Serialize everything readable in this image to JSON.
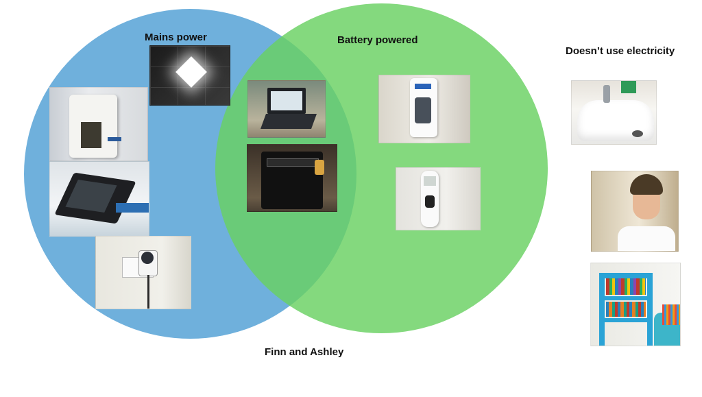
{
  "diagram": {
    "type": "venn",
    "sets": [
      {
        "id": "mains",
        "label": "Mains power",
        "color": "#6fb0dc"
      },
      {
        "id": "battery",
        "label": "Battery powered",
        "color": "#69d162"
      }
    ],
    "outside_label": "Doesn’t use electricity",
    "caption": "Finn and Ashley",
    "overlap_color": "#3fae59"
  },
  "photos": {
    "ceiling_light": {
      "icon": "ceiling-light",
      "region": "mains"
    },
    "hand_dryer": {
      "icon": "hand-dryer",
      "region": "mains"
    },
    "tablet": {
      "icon": "tablet",
      "region": "mains"
    },
    "timer_socket": {
      "icon": "wall-socket-timer",
      "region": "mains"
    },
    "laptop": {
      "icon": "laptop",
      "region": "both"
    },
    "speaker": {
      "icon": "speaker",
      "region": "both"
    },
    "sanitiser": {
      "icon": "hand-sanitiser-dispenser",
      "region": "battery"
    },
    "phone": {
      "icon": "cordless-phone",
      "region": "battery"
    },
    "sink": {
      "icon": "sink-tap",
      "region": "none"
    },
    "boy": {
      "icon": "boy",
      "region": "none"
    },
    "bookshelf": {
      "icon": "bookshelf",
      "region": "none"
    }
  }
}
